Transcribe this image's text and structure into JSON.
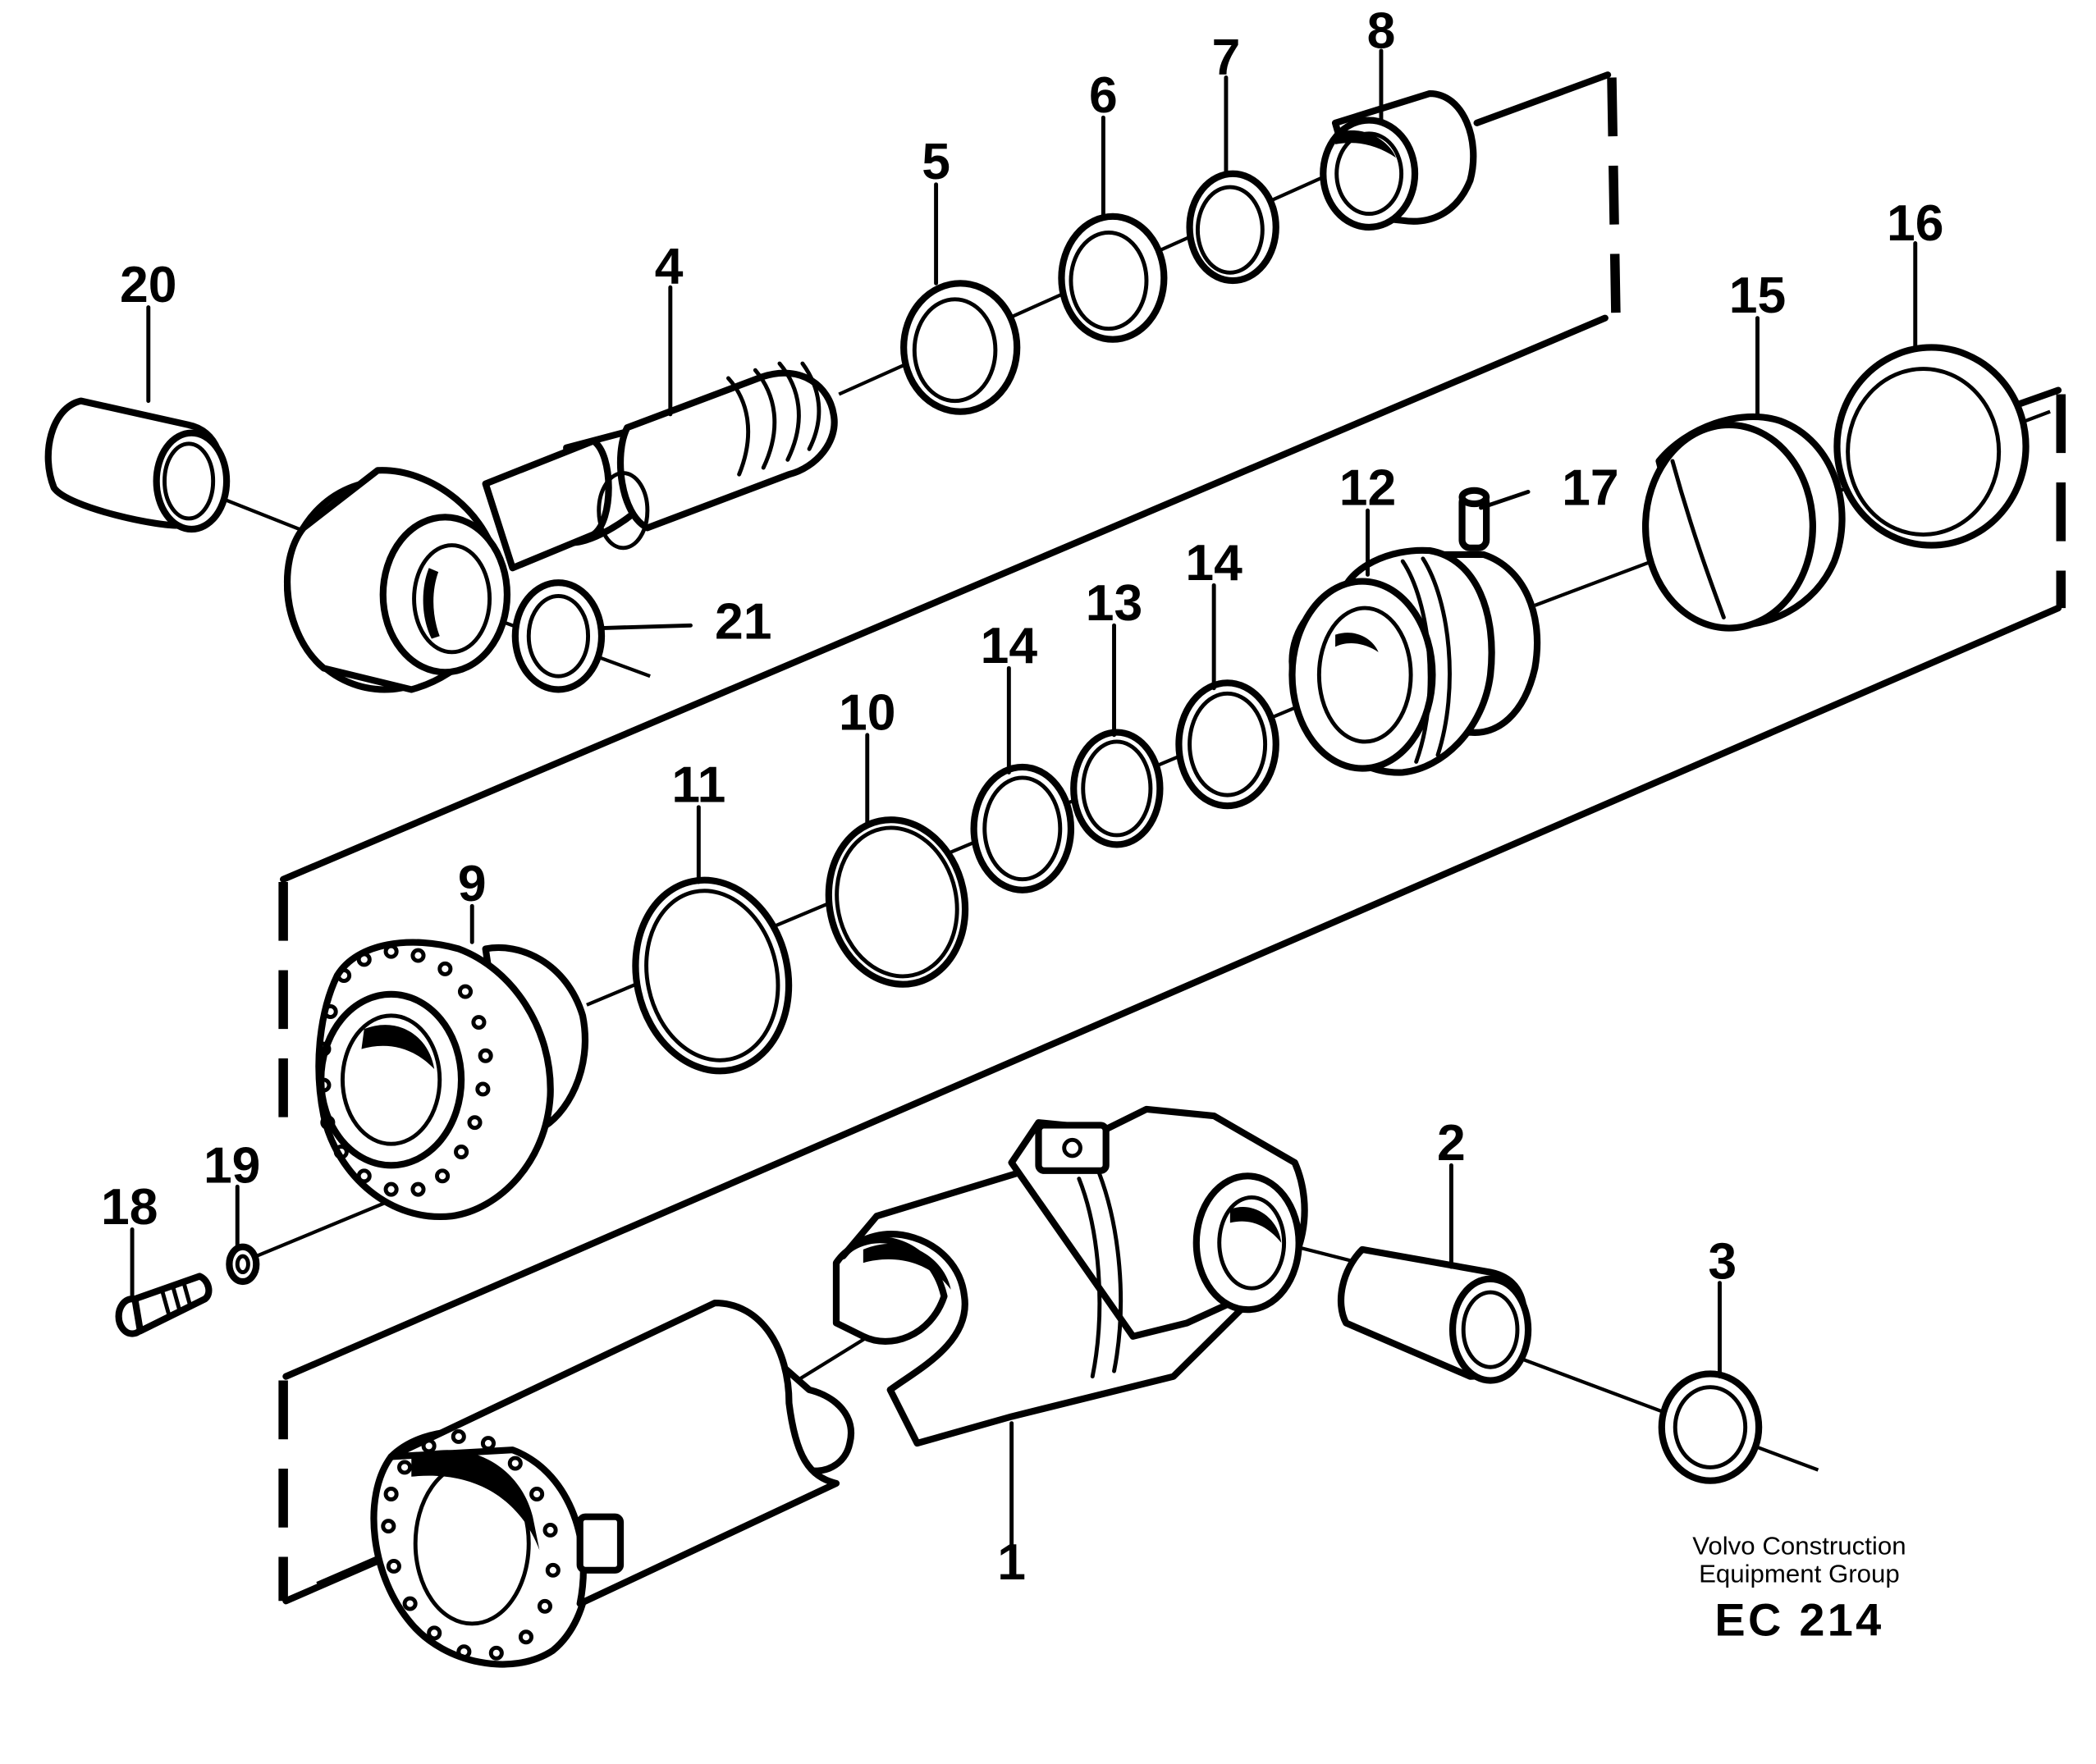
{
  "parts": [
    {
      "id": "1",
      "label": "1"
    },
    {
      "id": "2",
      "label": "2"
    },
    {
      "id": "3",
      "label": "3"
    },
    {
      "id": "4",
      "label": "4"
    },
    {
      "id": "5",
      "label": "5"
    },
    {
      "id": "6",
      "label": "6"
    },
    {
      "id": "7",
      "label": "7"
    },
    {
      "id": "8",
      "label": "8"
    },
    {
      "id": "9",
      "label": "9"
    },
    {
      "id": "10",
      "label": "10"
    },
    {
      "id": "11",
      "label": "11"
    },
    {
      "id": "12",
      "label": "12"
    },
    {
      "id": "13",
      "label": "13"
    },
    {
      "id": "14a",
      "label": "14"
    },
    {
      "id": "14b",
      "label": "14"
    },
    {
      "id": "15",
      "label": "15"
    },
    {
      "id": "16",
      "label": "16"
    },
    {
      "id": "17",
      "label": "17"
    },
    {
      "id": "18",
      "label": "18"
    },
    {
      "id": "19",
      "label": "19"
    },
    {
      "id": "20",
      "label": "20"
    },
    {
      "id": "21",
      "label": "21"
    }
  ],
  "footer": {
    "brand_line1": "Volvo Construction",
    "brand_line2": "Equipment Group",
    "code": "EC 214"
  }
}
